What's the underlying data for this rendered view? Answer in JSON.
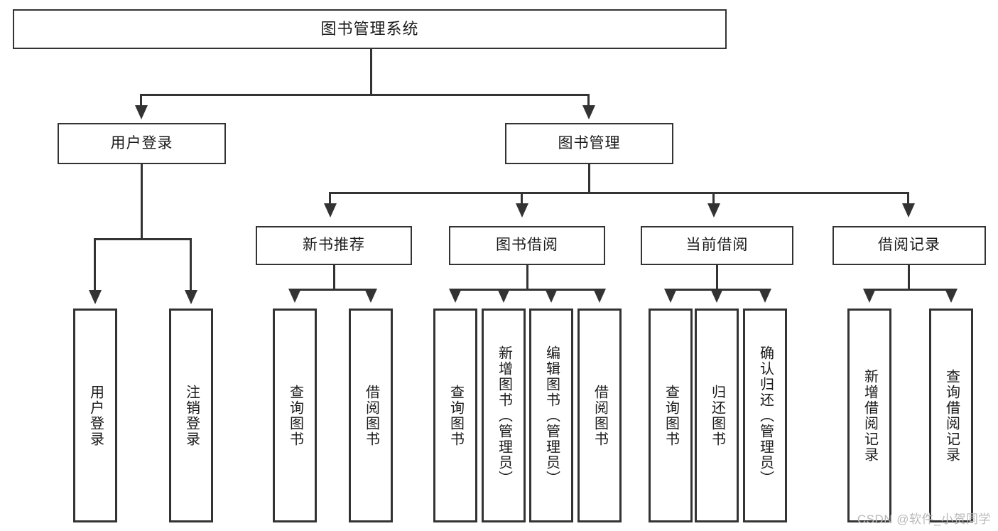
{
  "diagram": {
    "type": "tree",
    "title": "图书管理系统",
    "background_color": "#ffffff",
    "line_color": "#333333",
    "text_color": "#1a1a1a"
  },
  "root": {
    "label": "图书管理系统"
  },
  "level2": [
    {
      "label": "用户登录"
    },
    {
      "label": "图书管理"
    }
  ],
  "level3": [
    {
      "label": "新书推荐"
    },
    {
      "label": "图书借阅"
    },
    {
      "label": "当前借阅"
    },
    {
      "label": "借阅记录"
    }
  ],
  "leaves": {
    "user_login": [
      {
        "label": "用户登录"
      },
      {
        "label": "注销登录"
      }
    ],
    "new_book": [
      {
        "label": "查询图书"
      },
      {
        "label": "借阅图书"
      }
    ],
    "book_borrow": [
      {
        "label": "查询图书"
      },
      {
        "label": "新增图书（管理员）"
      },
      {
        "label": "编辑图书（管理员）"
      },
      {
        "label": "借阅图书"
      }
    ],
    "current_borrow": [
      {
        "label": "查询图书"
      },
      {
        "label": "归还图书"
      },
      {
        "label": "确认归还（管理员）"
      }
    ],
    "borrow_record": [
      {
        "label": "新增借阅记录"
      },
      {
        "label": "查询借阅记录"
      }
    ]
  },
  "watermark": {
    "text": "CSDN @软件_小贺同学"
  }
}
